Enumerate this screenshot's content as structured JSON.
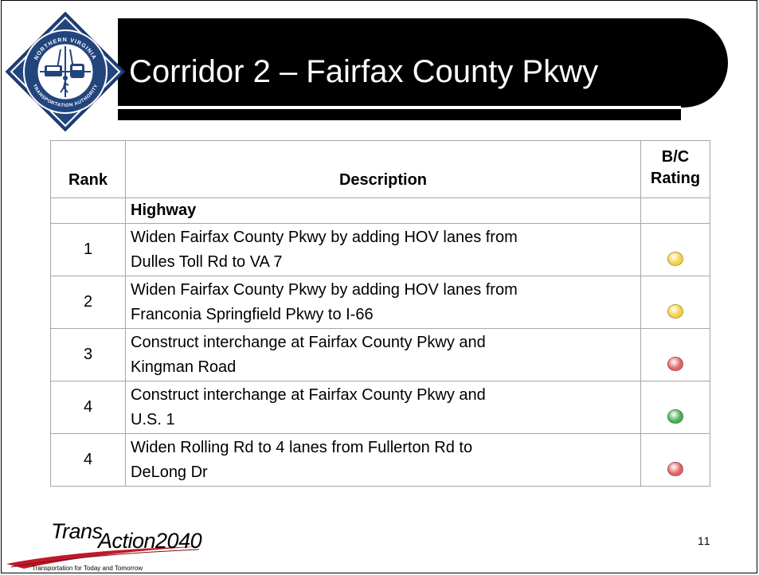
{
  "title": "Corridor 2 – Fairfax County Pkwy",
  "logo": {
    "ring_text_top": "NORTHERN VIRGINIA",
    "ring_text_bottom": "TRANSPORTATION AUTHORITY"
  },
  "table": {
    "headers": {
      "rank": "Rank",
      "description": "Description",
      "rating_line1": "B/C",
      "rating_line2": "Rating"
    },
    "section_label": "Highway",
    "rows": [
      {
        "rank": "1",
        "desc_line1": "Widen Fairfax County Pkwy by adding HOV lanes from",
        "desc_line2": "Dulles Toll Rd to VA 7",
        "rating": "yellow"
      },
      {
        "rank": "2",
        "desc_line1": "Widen Fairfax County Pkwy by adding HOV lanes from",
        "desc_line2": "Franconia Springfield Pkwy to I-66",
        "rating": "yellow"
      },
      {
        "rank": "3",
        "desc_line1": "Construct interchange at Fairfax County Pkwy and",
        "desc_line2": "Kingman Road",
        "rating": "red"
      },
      {
        "rank": "4",
        "desc_line1": "Construct interchange at Fairfax County Pkwy and",
        "desc_line2": "U.S. 1",
        "rating": "green"
      },
      {
        "rank": "4",
        "desc_line1": "Widen Rolling Rd to 4 lanes from Fullerton Rd to",
        "desc_line2": "DeLong Dr",
        "rating": "red"
      }
    ]
  },
  "rating_colors": {
    "yellow": "#f5cf45",
    "red": "#e06464",
    "green": "#4cae55"
  },
  "footer": {
    "brand_part1": "Trans",
    "brand_part2": "Action2040",
    "tagline": "Transportation for Today and Tomorrow"
  },
  "page_number": "11"
}
